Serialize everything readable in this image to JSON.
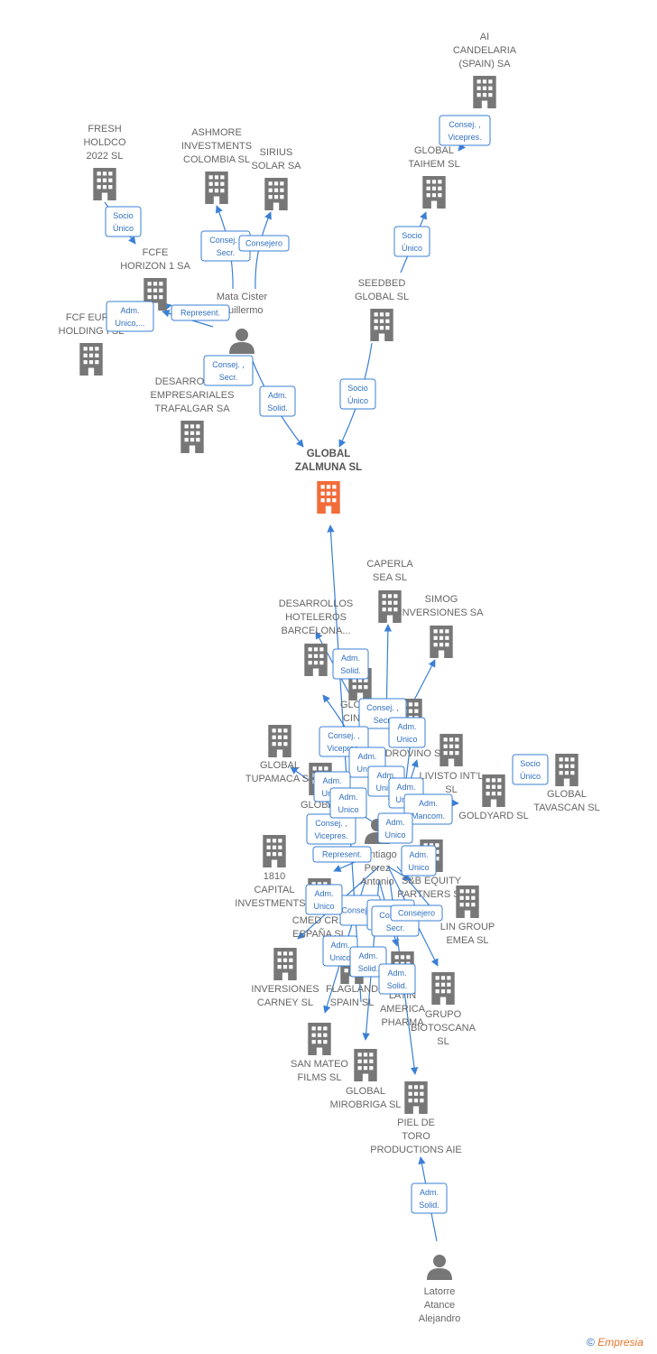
{
  "colors": {
    "accent": "#3a7fd5",
    "building": "#777777",
    "focus": "#f26c3a"
  },
  "companies": [
    {
      "id": "ai-candelaria",
      "lines": [
        "AI",
        "CANDELARIA",
        "(SPAIN) SA"
      ]
    },
    {
      "id": "fresh-holdco",
      "lines": [
        "FRESH",
        "HOLDCO",
        "2022  SL"
      ]
    },
    {
      "id": "ashmore",
      "lines": [
        "ASHMORE",
        "INVESTMENTS",
        "COLOMBIA SL"
      ]
    },
    {
      "id": "sirius",
      "lines": [
        "SIRIUS",
        "SOLAR SA"
      ]
    },
    {
      "id": "global-taihem",
      "lines": [
        "GLOBAL",
        "TAIHEM SL"
      ]
    },
    {
      "id": "fcfe-horizon",
      "lines": [
        "FCFE",
        "HORIZON 1 SA"
      ]
    },
    {
      "id": "seedbed",
      "lines": [
        "SEEDBED",
        "GLOBAL  SL"
      ]
    },
    {
      "id": "fcf-euro",
      "lines": [
        "FCF EURO",
        "HOLDING I SL"
      ]
    },
    {
      "id": "desarrollos-trafalgar",
      "lines": [
        "DESARROLLOS",
        "EMPRESARIALES",
        "TRAFALGAR SA"
      ]
    },
    {
      "id": "global-zalmuna",
      "lines": [
        "GLOBAL",
        "ZALMUNA  SL"
      ]
    },
    {
      "id": "caperla",
      "lines": [
        "CAPERLA",
        "SEA SL"
      ]
    },
    {
      "id": "desarrollos-hoteleros",
      "lines": [
        "DESARROLLOS",
        "HOTELEROS",
        "BARCELONA..."
      ]
    },
    {
      "id": "simog",
      "lines": [
        "SIMOG",
        "INVERSIONES SA"
      ]
    },
    {
      "id": "global-cinosi",
      "lines": [
        "GLOBAL",
        "CINOSI"
      ]
    },
    {
      "id": "global-tupamaca",
      "lines": [
        "GLOBAL",
        "TUPAMACA SL"
      ]
    },
    {
      "id": "hidrovino",
      "lines": [
        "HIDROVINO SL"
      ]
    },
    {
      "id": "livisto",
      "lines": [
        "LIVISTO INT'L",
        "SL"
      ]
    },
    {
      "id": "goldyard",
      "lines": [
        "GOLDYARD SL"
      ]
    },
    {
      "id": "global-tavascan",
      "lines": [
        "GLOBAL",
        "TAVASCAN  SL"
      ]
    },
    {
      "id": "global-ca",
      "lines": [
        "GLOBAL",
        "CA..."
      ]
    },
    {
      "id": "capital-1810",
      "lines": [
        "1810",
        "CAPITAL",
        "INVESTMENTS..."
      ]
    },
    {
      "id": "sb-equity",
      "lines": [
        "S&B EQUITY",
        "PARTNERS  SL"
      ]
    },
    {
      "id": "lin-group",
      "lines": [
        "LIN GROUP",
        "EMEA  SL"
      ]
    },
    {
      "id": "cmed",
      "lines": [
        "CMED CR...",
        "ESPAÑA  SL"
      ]
    },
    {
      "id": "carney",
      "lines": [
        "INVERSIONES",
        "CARNEY SL"
      ]
    },
    {
      "id": "flagland",
      "lines": [
        "FLAGLAND",
        "SPAIN SL"
      ]
    },
    {
      "id": "latin-america",
      "lines": [
        "LATIN",
        "AMERICA",
        "PHARMA"
      ]
    },
    {
      "id": "biotoscana",
      "lines": [
        "GRUPO",
        "BIOTOSCANA",
        "SL"
      ]
    },
    {
      "id": "san-mateo",
      "lines": [
        "SAN MATEO",
        "FILMS SL"
      ]
    },
    {
      "id": "mirobriga",
      "lines": [
        "GLOBAL",
        "MIROBRIGA SL"
      ]
    },
    {
      "id": "piel-de-toro",
      "lines": [
        "PIEL DE",
        "TORO",
        "PRODUCTIONS AIE"
      ]
    }
  ],
  "people": [
    {
      "id": "mata-cister",
      "lines": [
        "Mata Cister",
        "Guillermo"
      ]
    },
    {
      "id": "santiago-perez",
      "lines": [
        "Santiago",
        "Perez",
        "Antonio"
      ]
    },
    {
      "id": "latorre",
      "lines": [
        "Latorre",
        "Atance",
        "Alejandro"
      ]
    }
  ],
  "relations": [
    [
      "Consej. ,",
      "Vicepres."
    ],
    [
      "Socio",
      "Único"
    ],
    [
      "Consej. ,",
      "Secr."
    ],
    [
      "Consejero"
    ],
    [
      "Socio",
      "Único"
    ],
    [
      "Adm.",
      "Unico,..."
    ],
    [
      "Represent."
    ],
    [
      "Consej. ,",
      "Secr."
    ],
    [
      "Adm.",
      "Solid."
    ],
    [
      "Socio",
      "Único"
    ],
    [
      "Adm.",
      "Solid."
    ],
    [
      "Consej. ,",
      "Secr."
    ],
    [
      "Adm.",
      "Unico"
    ],
    [
      "Consej. ,",
      "Vicepres."
    ],
    [
      "Adm.",
      "Unico"
    ],
    [
      "Adm.",
      "Unico"
    ],
    [
      "Socio",
      "Único"
    ],
    [
      "Adm.",
      "Unico"
    ],
    [
      "Adm.",
      "Unico"
    ],
    [
      "Adm.",
      "Mancom."
    ],
    [
      "Consej. ,",
      "Vicepres."
    ],
    [
      "Adm.",
      "Unico"
    ],
    [
      "Represent."
    ],
    [
      "Adm.",
      "Unico"
    ],
    [
      "Adm.",
      "Unico"
    ],
    [
      "Consejero"
    ],
    [
      "Consej. ,",
      "Secr."
    ],
    [
      "Consej. ,",
      "Secr."
    ],
    [
      "Consejero"
    ],
    [
      "Adm.",
      "Unico"
    ],
    [
      "Adm.",
      "Unico"
    ],
    [
      "Adm.",
      "Solid."
    ],
    [
      "Adm.",
      "Solid."
    ]
  ],
  "footer": {
    "symbol": "©",
    "brand": "Empresia"
  }
}
